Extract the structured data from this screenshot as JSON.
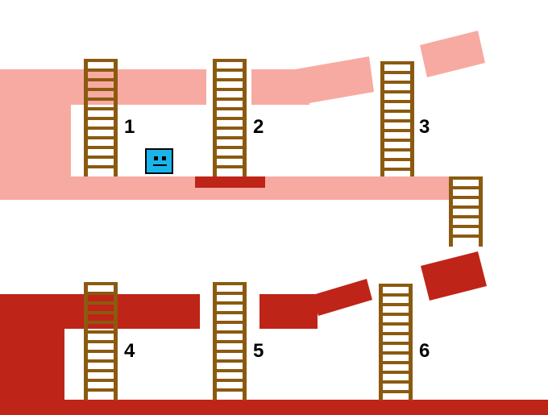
{
  "colors": {
    "light_platform": "#f7aaa1",
    "dark_platform": "#bf2418",
    "ladder": "#8b5a10",
    "player_fill": "#19b4ea",
    "player_outline": "#000000",
    "background": "#ffffff"
  },
  "ladders": [
    {
      "id": 1,
      "label": "1",
      "level": "upper"
    },
    {
      "id": 2,
      "label": "2",
      "level": "upper"
    },
    {
      "id": 3,
      "label": "3",
      "level": "upper"
    },
    {
      "id": 4,
      "label": "4",
      "level": "lower"
    },
    {
      "id": 5,
      "label": "5",
      "level": "lower"
    },
    {
      "id": 6,
      "label": "6",
      "level": "lower"
    }
  ],
  "player": {
    "icon": "square-face-character"
  }
}
